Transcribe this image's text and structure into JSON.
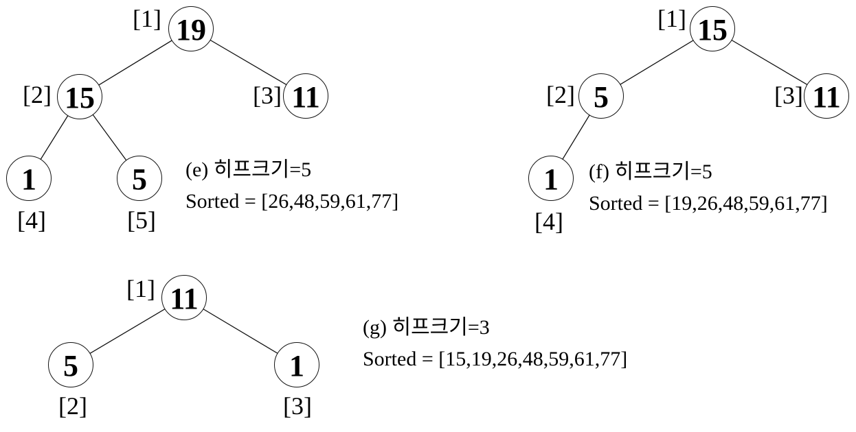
{
  "figure": {
    "description": "heapsort-step-trees",
    "trees": [
      {
        "id": "e",
        "caption": "(e) 히프크기=5",
        "sorted": "Sorted = [26,48,59,61,77]",
        "nodes": [
          {
            "index": "[1]",
            "value": "19"
          },
          {
            "index": "[2]",
            "value": "15"
          },
          {
            "index": "[3]",
            "value": "11"
          },
          {
            "index": "[4]",
            "value": "1"
          },
          {
            "index": "[5]",
            "value": "5"
          }
        ]
      },
      {
        "id": "f",
        "caption": "(f) 히프크기=5",
        "sorted": "Sorted = [19,26,48,59,61,77]",
        "nodes": [
          {
            "index": "[1]",
            "value": "15"
          },
          {
            "index": "[2]",
            "value": "5"
          },
          {
            "index": "[3]",
            "value": "11"
          },
          {
            "index": "[4]",
            "value": "1"
          }
        ]
      },
      {
        "id": "g",
        "caption": "(g) 히프크기=3",
        "sorted": "Sorted = [15,19,26,48,59,61,77]",
        "nodes": [
          {
            "index": "[1]",
            "value": "11"
          },
          {
            "index": "[2]",
            "value": "5"
          },
          {
            "index": "[3]",
            "value": "1"
          }
        ]
      }
    ]
  }
}
